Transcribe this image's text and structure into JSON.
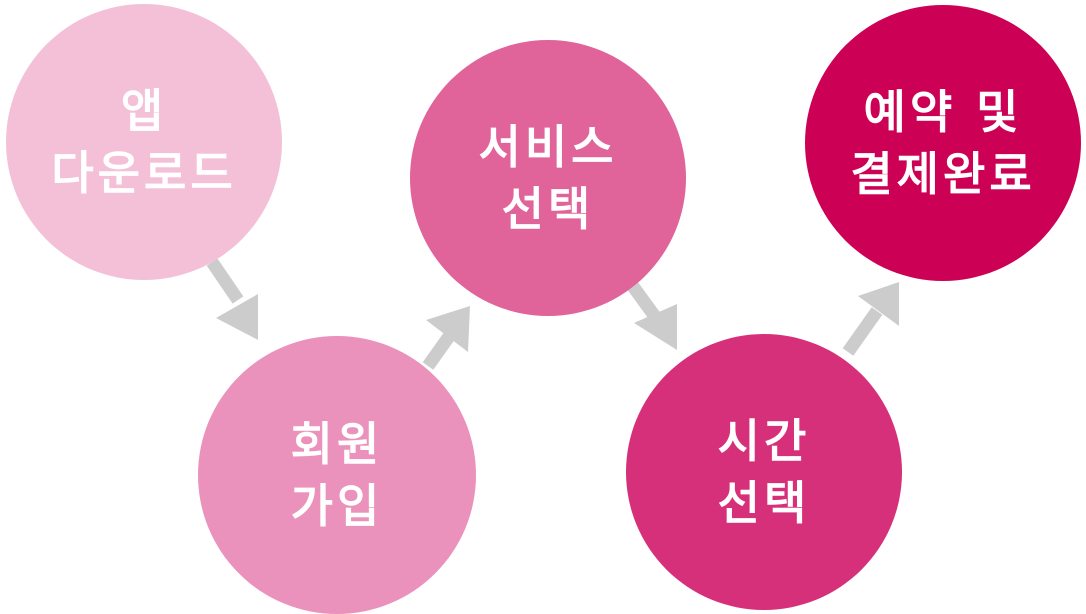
{
  "steps": [
    {
      "line1": "앱",
      "line2": "다운로드",
      "color": "#f4c0d8"
    },
    {
      "line1": "회원",
      "line2": "가입",
      "color": "#ea92bb"
    },
    {
      "line1": "서비스",
      "line2": "선택",
      "color": "#e0639a"
    },
    {
      "line1": "시간",
      "line2": "선택",
      "color": "#d6307a"
    },
    {
      "line1": "예약 및",
      "line2": "결제완료",
      "color": "#cc0055"
    }
  ],
  "arrow_color": "#cccccc"
}
